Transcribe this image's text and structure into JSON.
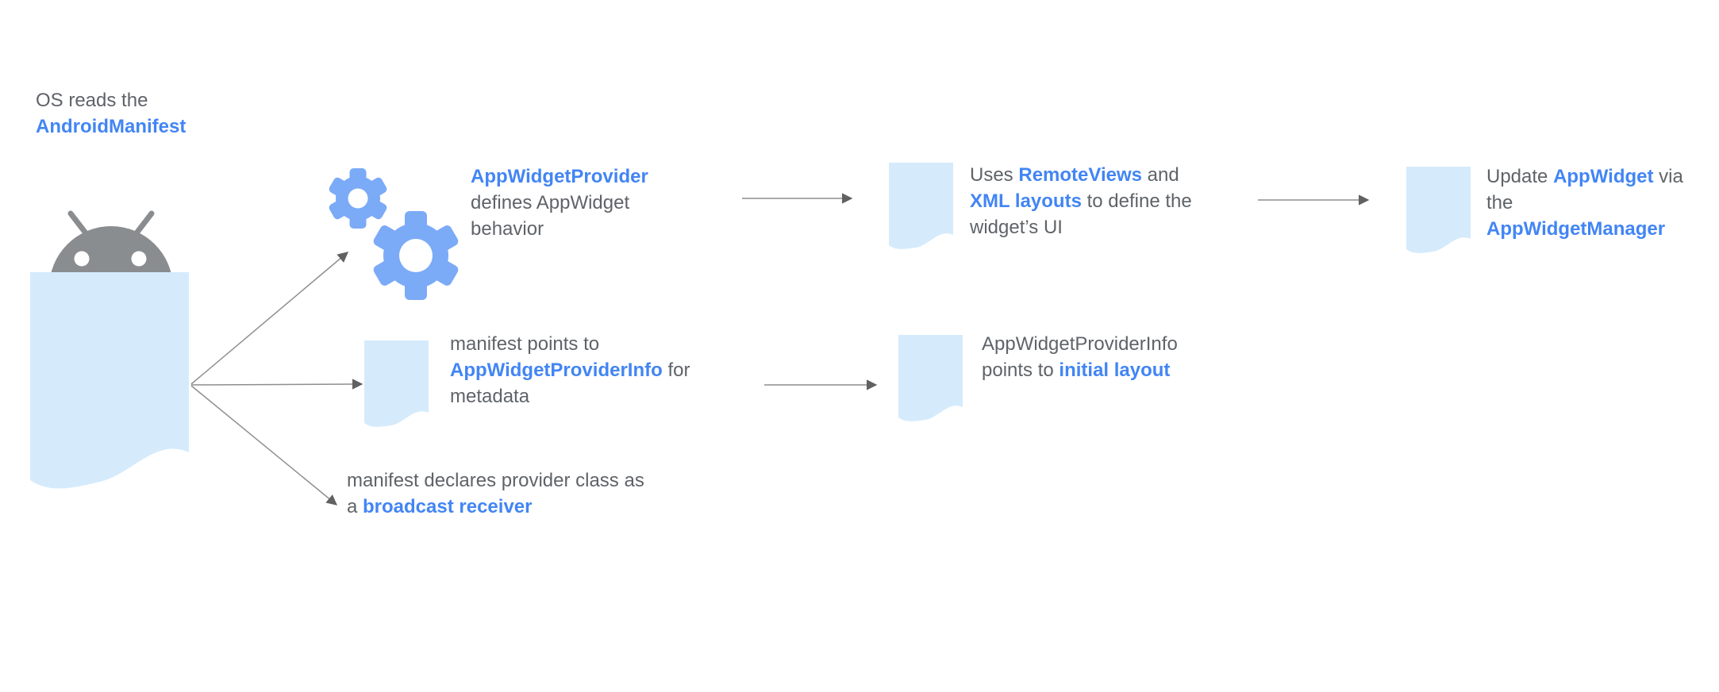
{
  "palette": {
    "link_blue": "#4285f4",
    "text_gray": "#5f6368",
    "doc_blue": "#d5ebfc",
    "gear_blue": "#7baaf7",
    "robot_gray": "#8a8d90",
    "arrow_gray": "#8e8e8e",
    "arrowhead_gray": "#616161"
  },
  "icons": {
    "android_robot": "android-robot-icon (gray droid head peeking over manifest document)",
    "document": "document-icon (light blue sheet with wavy torn bottom edge)",
    "gears": "gears-icon (two blue cogwheels)"
  },
  "blocks": {
    "os_reads": {
      "line1": "OS reads the",
      "line2": "AndroidManifest"
    },
    "provider": {
      "line1": "AppWidgetProvider",
      "line2": "defines AppWidget",
      "line3": "behavior"
    },
    "remoteviews": {
      "l1a": "Uses ",
      "l1b": "RemoteViews",
      "l1c": " and",
      "l2a": "XML layouts",
      "l2b": " to define the",
      "l3": "widget’s UI"
    },
    "update": {
      "l1a": "Update ",
      "l1b": "AppWidget",
      "l1c": " via",
      "l2": "the",
      "l3": "AppWidgetManager"
    },
    "manifest_points": {
      "l1": "manifest points to",
      "l2a": "AppWidgetProviderInfo",
      "l2b": " for",
      "l3": "metadata"
    },
    "provider_info": {
      "l1": "AppWidgetProviderInfo",
      "l2a": "points to ",
      "l2b": "initial layout"
    },
    "broadcast": {
      "l1": "manifest declares provider class as",
      "l2a": "a ",
      "l2b": "broadcast receiver"
    }
  }
}
